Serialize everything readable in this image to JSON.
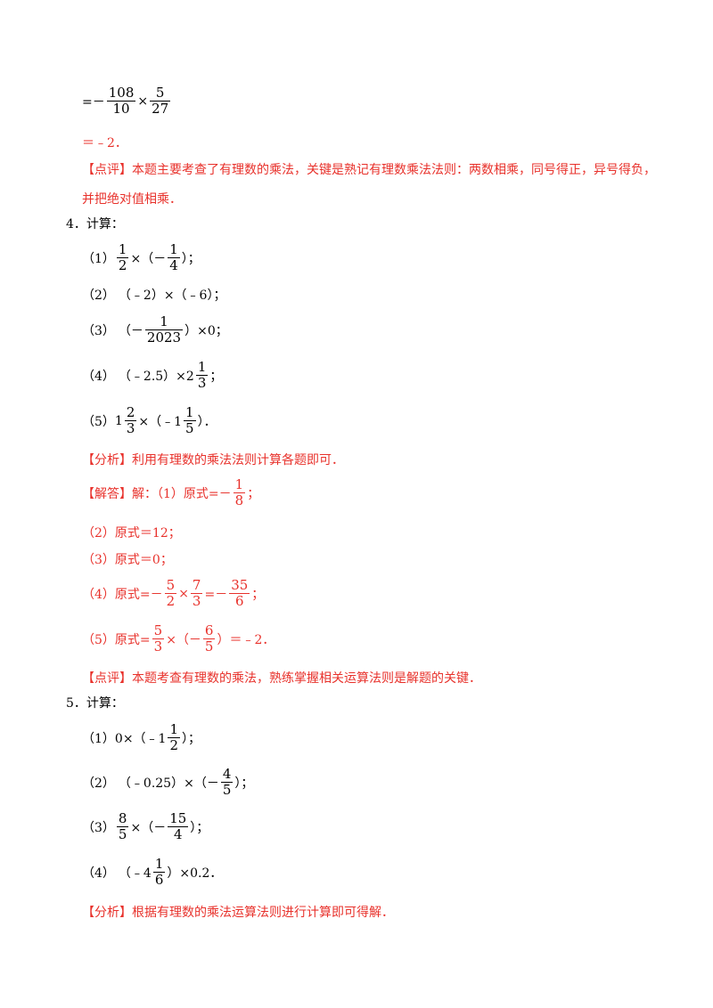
{
  "top": {
    "eq_prefix": "=－",
    "frac1": {
      "n": "108",
      "d": "10"
    },
    "times": "×",
    "frac2": {
      "n": "5",
      "d": "27"
    },
    "result": "＝﹣2．",
    "comment_tag": "【点评】",
    "comment_1": "本题主要考查了有理数的乘法，关键是熟记有理数乘法法则：两数相乘，同号得正，异号得负，",
    "comment_2": "并把绝对值相乘．"
  },
  "q4": {
    "title": "4．计算：",
    "p1": {
      "label": "（1）",
      "f1": {
        "n": "1",
        "d": "2"
      },
      "mid": "×（－",
      "f2": {
        "n": "1",
        "d": "4"
      },
      "end": "）；"
    },
    "p2": {
      "label": "（2）",
      "text": "（﹣2）×（﹣6）；"
    },
    "p3": {
      "label": "（3）",
      "pre": "（－",
      "f": {
        "n": "1",
        "d": "2023"
      },
      "end": "）×0；"
    },
    "p4": {
      "label": "（4）",
      "pre": "（﹣2.5）×2",
      "f": {
        "n": "1",
        "d": "3"
      },
      "end": "；"
    },
    "p5": {
      "label": "（5）",
      "w1": "1",
      "f1": {
        "n": "2",
        "d": "3"
      },
      "mid": "×（﹣1",
      "f2": {
        "n": "1",
        "d": "5"
      },
      "end": "）．"
    },
    "analysis_tag": "【分析】",
    "analysis": "利用有理数的乘法法则计算各题即可．",
    "answer_tag": "【解答】",
    "a1_pre": "解：（1）原式=－",
    "a1_f": {
      "n": "1",
      "d": "8"
    },
    "a1_end": "；",
    "a2": "（2）原式＝12；",
    "a3": "（3）原式＝0；",
    "a4_pre": "（4）原式=－",
    "a4_f1": {
      "n": "5",
      "d": "2"
    },
    "a4_mid": "×",
    "a4_f2": {
      "n": "7",
      "d": "3"
    },
    "a4_eq": "=－",
    "a4_f3": {
      "n": "35",
      "d": "6"
    },
    "a4_end": "；",
    "a5_pre": "（5）原式=",
    "a5_f1": {
      "n": "5",
      "d": "3"
    },
    "a5_mid": "×（－",
    "a5_f2": {
      "n": "6",
      "d": "5"
    },
    "a5_end": "）＝﹣2．",
    "comment_tag": "【点评】",
    "comment": "本题考查有理数的乘法，熟练掌握相关运算法则是解题的关键．"
  },
  "q5": {
    "title": "5．计算：",
    "p1": {
      "label": "（1）",
      "pre": "0×（﹣1",
      "f": {
        "n": "1",
        "d": "2"
      },
      "end": "）；"
    },
    "p2": {
      "label": "（2）",
      "pre": "（﹣0.25）×（－",
      "f": {
        "n": "4",
        "d": "5"
      },
      "end": "）；"
    },
    "p3": {
      "label": "（3）",
      "f1": {
        "n": "8",
        "d": "5"
      },
      "mid": "×（－",
      "f2": {
        "n": "15",
        "d": "4"
      },
      "end": "）；"
    },
    "p4": {
      "label": "（4）",
      "pre": "（﹣4",
      "f": {
        "n": "1",
        "d": "6"
      },
      "end": "）×0.2．"
    },
    "analysis_tag": "【分析】",
    "analysis": "根据有理数的乘法运算法则进行计算即可得解．"
  }
}
